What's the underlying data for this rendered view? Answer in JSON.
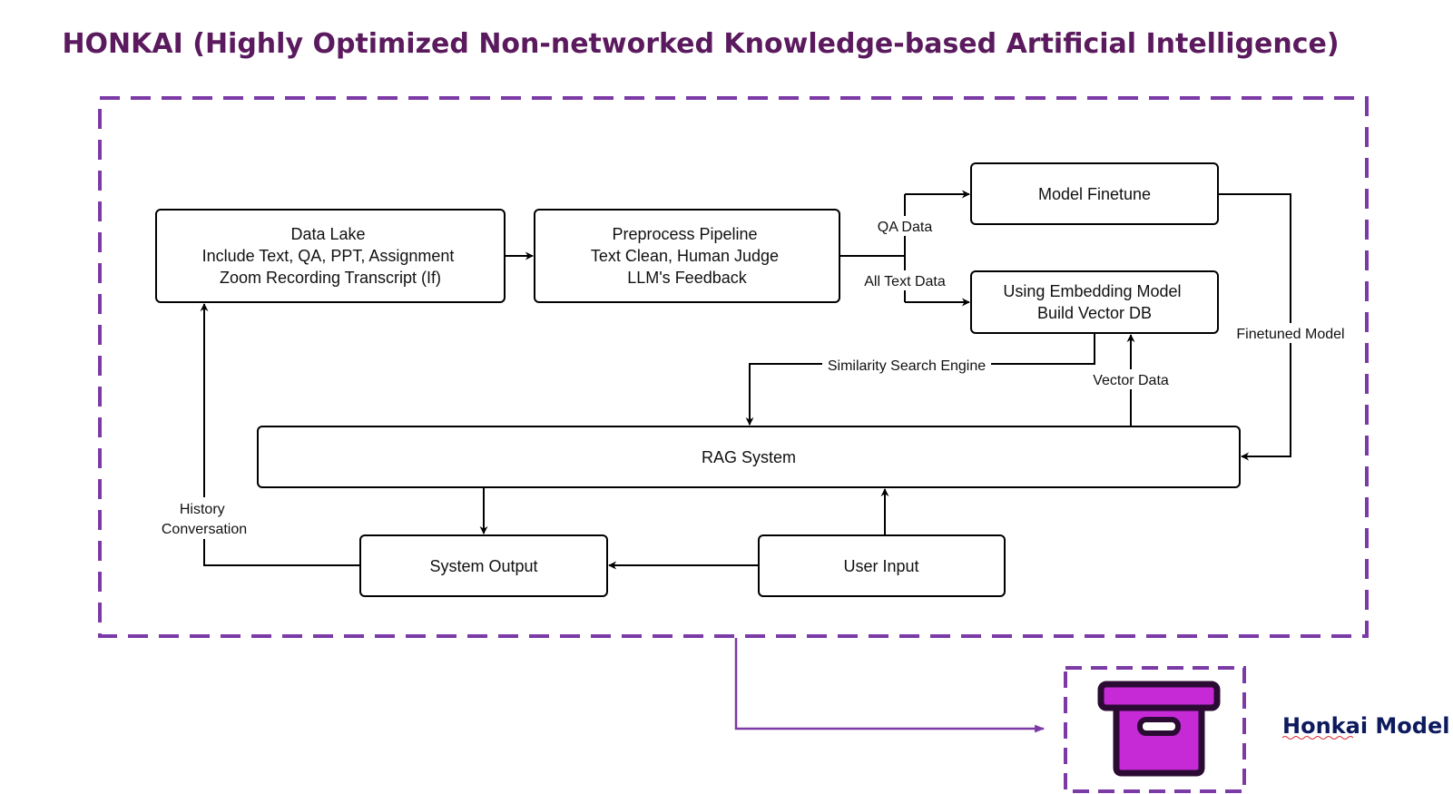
{
  "title": "HONKAI (Highly Optimized Non-networked Knowledge-based Artificial Intelligence)",
  "colors": {
    "title": "#5b1a5e",
    "frame": "#7b3aa6",
    "box_icon_fill": "#c62ad7",
    "box_icon_outline": "#2b0b33",
    "model_label": "#0d1b5e"
  },
  "nodes": {
    "data_lake": {
      "lines": [
        "Data Lake",
        "Include Text, QA, PPT, Assignment",
        "Zoom Recording Transcript (If)"
      ]
    },
    "preprocess": {
      "lines": [
        "Preprocess Pipeline",
        "Text Clean, Human Judge",
        "LLM's Feedback"
      ]
    },
    "model_finetune": {
      "lines": [
        "Model Finetune"
      ]
    },
    "vector_db": {
      "lines": [
        "Using Embedding Model",
        "Build Vector DB"
      ]
    },
    "rag_system": {
      "lines": [
        "RAG System"
      ]
    },
    "system_output": {
      "lines": [
        "System Output"
      ]
    },
    "user_input": {
      "lines": [
        "User Input"
      ]
    }
  },
  "edge_labels": {
    "qa_data": "QA Data",
    "all_text_data": "All Text Data",
    "finetuned_model": "Finetuned Model",
    "similarity_search": "Similarity Search Engine",
    "vector_data": "Vector Data",
    "history_conversation": [
      "History",
      "Conversation"
    ]
  },
  "output": {
    "label": "Honkai Model",
    "icon": "archive-box-icon"
  }
}
